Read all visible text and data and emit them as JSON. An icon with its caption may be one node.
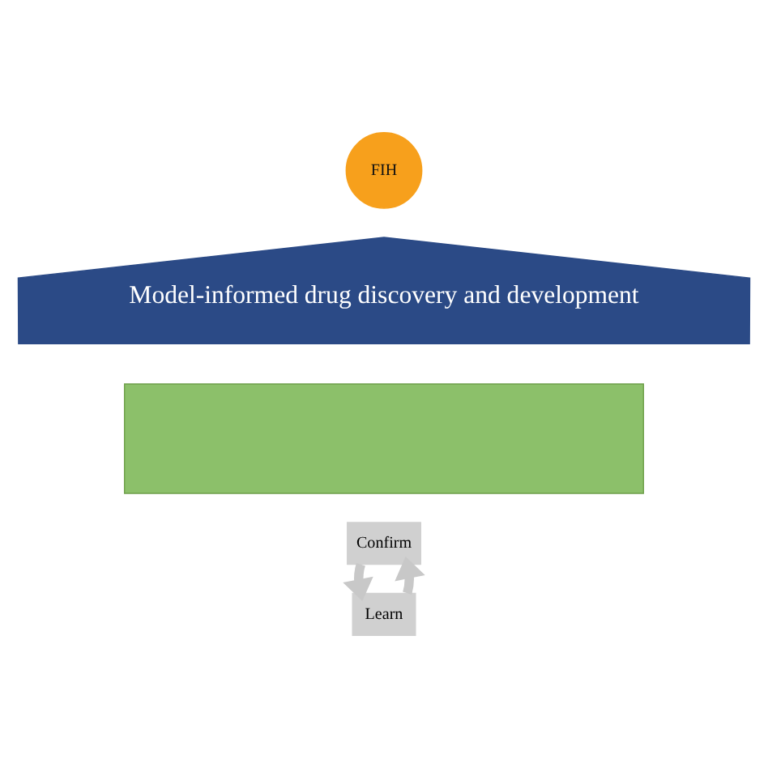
{
  "diagram": {
    "nodes": [
      {
        "text": [
          "FIH"
        ]
      },
      {
        "text": [
          "Model-informed drug discovery and development"
        ]
      },
      {
        "text": [],
        "shape": "box"
      },
      {
        "text": [
          "Confirm"
        ]
      },
      {
        "text": [
          "Learn"
        ]
      }
    ],
    "edges": [
      {
        "from": 4,
        "to": 3,
        "arrow": "to"
      },
      {
        "from": 3,
        "to": 4,
        "arrow": "to"
      }
    ]
  }
}
